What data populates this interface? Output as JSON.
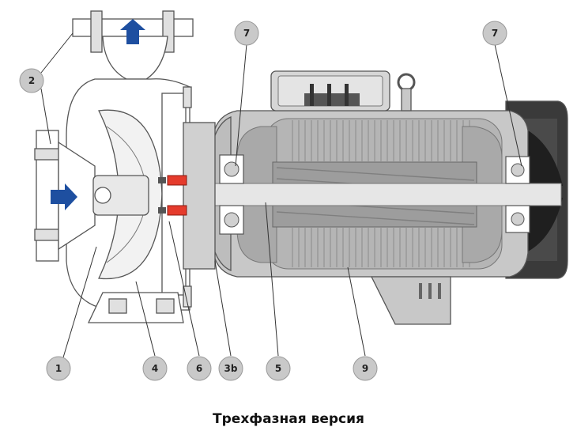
{
  "caption": "Трехфазная версия",
  "callouts": {
    "c1": "1",
    "c2": "2",
    "c3b": "3b",
    "c4": "4",
    "c5": "5",
    "c6": "6",
    "c7a": "7",
    "c7b": "7",
    "c9": "9"
  },
  "colors": {
    "flow_arrow": "#1e4fa0",
    "seal_red": "#e53b2c",
    "casing": "#ffffff",
    "motor_body": "#c8c8c8",
    "stator_windings": "#a9a9a9",
    "dark_end_cap": "#3a3a3a"
  },
  "icons": {
    "flow_in": "arrow-right-icon",
    "flow_out": "arrow-up-icon"
  }
}
